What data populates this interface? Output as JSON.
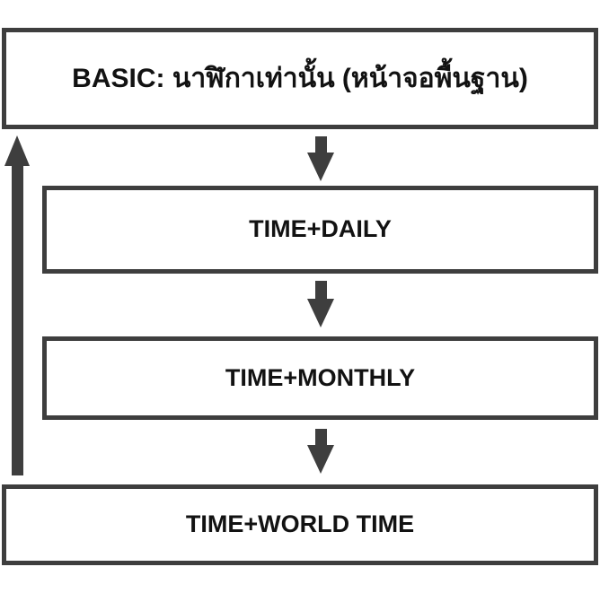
{
  "diagram": {
    "type": "flowchart",
    "nodes": [
      {
        "id": "basic",
        "label": "BASIC: นาฬิกาเท่านั้น (หน้าจอพื้นฐาน)"
      },
      {
        "id": "time-daily",
        "label": "TIME+DAILY"
      },
      {
        "id": "time-monthly",
        "label": "TIME+MONTHLY"
      },
      {
        "id": "time-world",
        "label": "TIME+WORLD TIME"
      }
    ],
    "connections": [
      {
        "from": "basic",
        "to": "time-daily",
        "direction": "down",
        "icon": "arrow-down-icon"
      },
      {
        "from": "time-daily",
        "to": "time-monthly",
        "direction": "down",
        "icon": "arrow-down-icon"
      },
      {
        "from": "time-monthly",
        "to": "time-world",
        "direction": "down",
        "icon": "arrow-down-icon"
      },
      {
        "from": "time-world",
        "to": "basic",
        "direction": "up",
        "icon": "arrow-up-icon"
      }
    ],
    "colors": {
      "outline": "#3e3e3e",
      "arrow": "#3e3e3e",
      "text": "#121212",
      "background": "#ffffff"
    }
  }
}
